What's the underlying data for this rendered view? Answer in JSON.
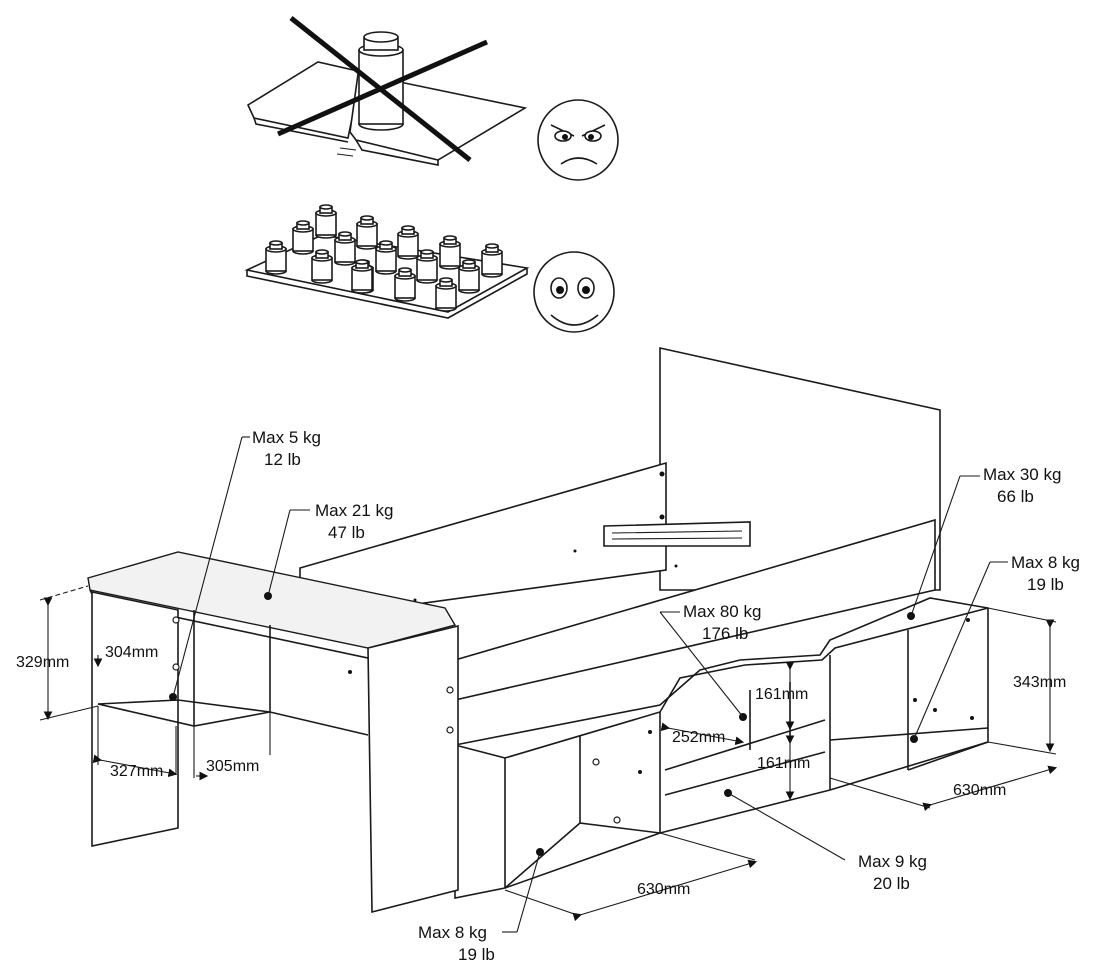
{
  "load_labels": {
    "shelf_top_left": {
      "kg": "Max 5 kg",
      "lb": "12 lb"
    },
    "desk_top": {
      "kg": "Max 21 kg",
      "lb": "47 lb"
    },
    "top_right": {
      "kg": "Max 30 kg",
      "lb": "66 lb"
    },
    "right_shelf": {
      "kg": "Max 8 kg",
      "lb": "19 lb"
    },
    "middle_shelf": {
      "kg": "Max 80 kg",
      "lb": "176 lb"
    },
    "lower_middle": {
      "kg": "Max 9 kg",
      "lb": "20 lb"
    },
    "bottom_left": {
      "kg": "Max 8 kg",
      "lb": "19 lb"
    }
  },
  "dimensions": {
    "desk_height": "329mm",
    "desk_shelf_depth": "304mm",
    "desk_shelf_width": "327mm",
    "desk_leg_gap": "305mm",
    "right_height": "343mm",
    "right_depth": "630mm",
    "bottom_depth": "630mm",
    "mid_gap_upper": "161mm",
    "mid_gap_lower": "161mm",
    "mid_width": "252mm"
  },
  "colors": {
    "line": "#1a1a1a",
    "background": "#ffffff"
  },
  "icons": [
    "angry-face-icon",
    "happy-face-icon",
    "single-weight-icon",
    "distributed-weights-icon"
  ]
}
